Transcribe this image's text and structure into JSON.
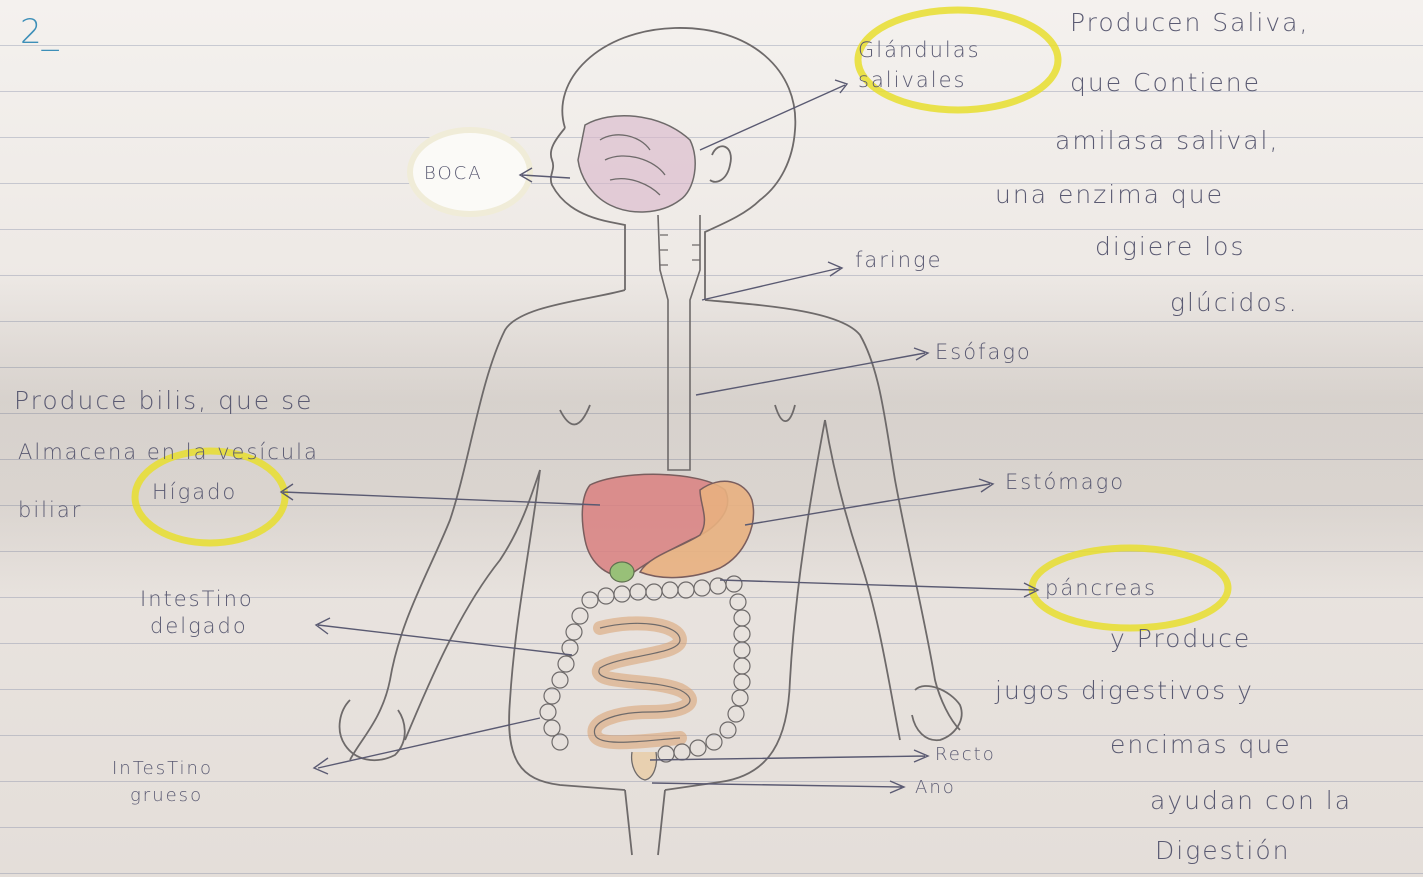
{
  "page_number": "2_",
  "labels": {
    "glandulas_line1": "Glándulas",
    "glandulas_line2": "salivales",
    "boca": "BOCA",
    "faringe": "faringe",
    "esofago": "Esófago",
    "higado": "Hígado",
    "estomago": "Estómago",
    "pancreas": "páncreas",
    "intestino_delgado_line1": "IntesTino",
    "intestino_delgado_line2": "delgado",
    "intestino_grueso_line1": "InTesTino",
    "intestino_grueso_line2": "grueso",
    "recto": "Recto",
    "ano": "Ano"
  },
  "notes": {
    "salivales": [
      "Producen Saliva,",
      "que Contiene",
      "amilasa salival,",
      "una enzima que",
      "digiere los",
      "glúcidos."
    ],
    "higado": [
      "Produce bilis, que se",
      "Almacena en la vesícula",
      "biliar"
    ],
    "pancreas": [
      "y Produce",
      "jugos digestivos y",
      "encimas que",
      "ayudan con la",
      "Digestión"
    ]
  },
  "colors": {
    "ink": "#5a5a72",
    "page_number": "#3d8fb8",
    "highlight": "#e8de2e",
    "liver": "#d98080",
    "stomach": "#e8b080",
    "gallbladder": "#98c078",
    "mouth": "#d9b5c9"
  }
}
